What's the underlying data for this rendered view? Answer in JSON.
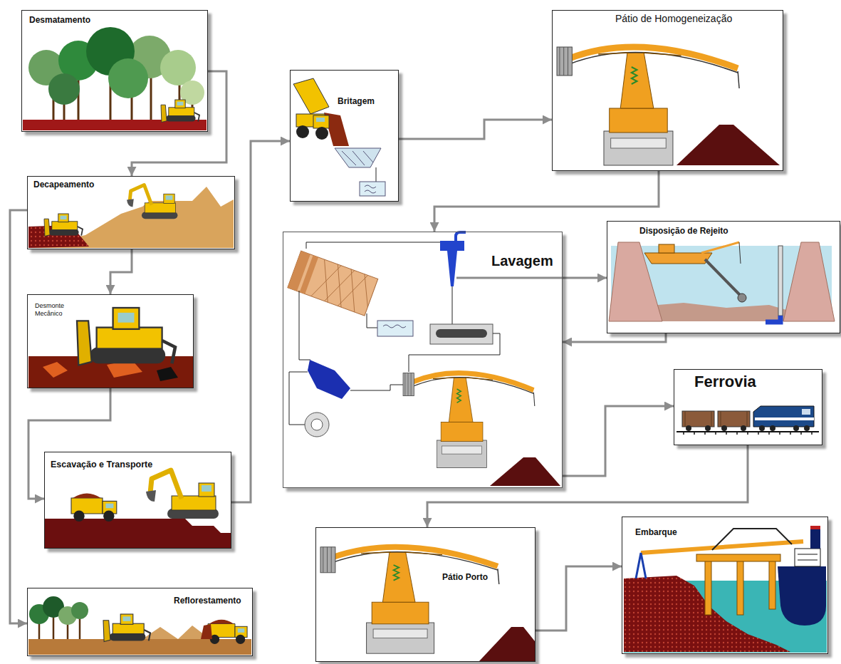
{
  "diagram": {
    "nodes": [
      {
        "text": [
          "Desmatamento"
        ]
      },
      {
        "text": [
          "Decapeamento"
        ]
      },
      {
        "text": [
          "Desmonte Mecânico"
        ]
      },
      {
        "text": [
          "Escavação e Transporte"
        ]
      },
      {
        "text": [
          "Reflorestamento"
        ]
      },
      {
        "text": [
          "Britagem"
        ]
      },
      {
        "text": [
          "Pátio de Homogeneização"
        ]
      },
      {
        "text": [
          "Lavagem"
        ]
      },
      {
        "text": [
          "Disposição de Rejeito"
        ]
      },
      {
        "text": [
          "Ferrovia"
        ]
      },
      {
        "text": [
          "Pátio Porto"
        ]
      },
      {
        "text": [
          "Embarque"
        ]
      }
    ],
    "edges": [
      {
        "from": 0,
        "to": 1,
        "arrow": "to"
      },
      {
        "from": 1,
        "to": 2,
        "arrow": "to"
      },
      {
        "from": 2,
        "to": 3,
        "arrow": "to"
      },
      {
        "from": 1,
        "to": 4,
        "arrow": "to"
      },
      {
        "from": 3,
        "to": 5,
        "arrow": "to"
      },
      {
        "from": 5,
        "to": 6,
        "arrow": "to"
      },
      {
        "from": 6,
        "to": 7,
        "arrow": "to"
      },
      {
        "from": 7,
        "to": 8,
        "arrow": "to"
      },
      {
        "from": 8,
        "to": 7,
        "arrow": "to"
      },
      {
        "from": 7,
        "to": 9,
        "arrow": "to"
      },
      {
        "from": 9,
        "to": 10,
        "arrow": "to"
      },
      {
        "from": 10,
        "to": 11,
        "arrow": "to"
      }
    ]
  }
}
